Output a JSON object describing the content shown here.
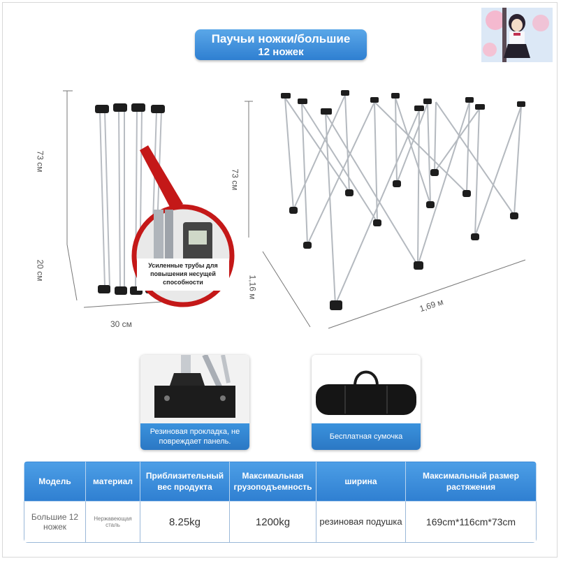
{
  "title": {
    "line1": "Паучьи ножки/большие",
    "line2": "12 ножек"
  },
  "dimensions": {
    "folded_height": "73 см",
    "folded_base": "20 см",
    "folded_width": "30 см",
    "open_height": "73 см",
    "open_depth": "1,16 м",
    "open_length": "1,69 м"
  },
  "callout": "Усиленные трубы для повышения несущей способности",
  "cards": [
    {
      "caption": "Резиновая прокладка, не повреждает панель."
    },
    {
      "caption": "Бесплатная сумочка"
    }
  ],
  "table": {
    "headers": [
      "Модель",
      "материал",
      "Приблизительный вес продукта",
      "Максимальная грузоподъемность",
      "ширина",
      "Максимальный размер растяжения"
    ],
    "row": [
      "Большие 12 ножек",
      "Нержавеющая сталь",
      "8.25kg",
      "1200kg",
      "резиновая подушка",
      "169cm*116cm*73cm"
    ]
  },
  "colors": {
    "accent": "#2f7fd1",
    "callout_red": "#c41818"
  }
}
